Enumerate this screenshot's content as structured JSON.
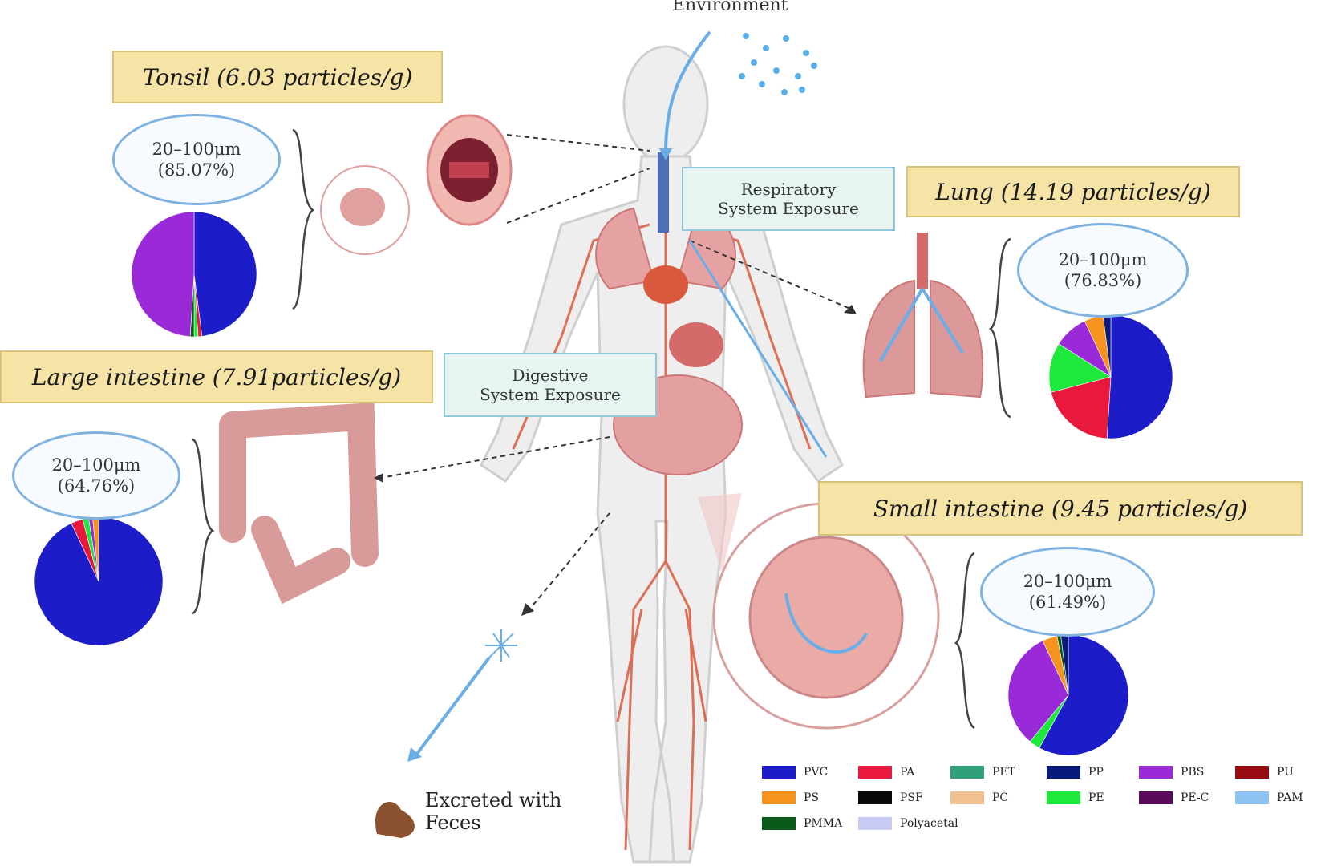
{
  "environment_label": "Environment",
  "organs": [
    {
      "key": "tonsil",
      "title": "Tonsil (6.03 particles/g)",
      "size_range": "20–100μm",
      "size_pct": "(85.07%)"
    },
    {
      "key": "lung",
      "title": "Lung (14.19 particles/g)",
      "size_range": "20–100μm",
      "size_pct": "(76.83%)"
    },
    {
      "key": "large",
      "title": "Large intestine (7.91particles/g)",
      "size_range": "20–100μm",
      "size_pct": "(64.76%)"
    },
    {
      "key": "small",
      "title": "Small intestine (9.45 particles/g)",
      "size_range": "20–100μm",
      "size_pct": "(61.49%)"
    }
  ],
  "respiratory_box": {
    "line1": "Respiratory",
    "line2": "System Exposure"
  },
  "digestive_box": {
    "line1": "Digestive",
    "line2": "System Exposure"
  },
  "excretion": {
    "line1": "Excreted with",
    "line2": "Feces"
  },
  "legend": [
    {
      "label": "PVC",
      "color": "#1c1cc8"
    },
    {
      "label": "PA",
      "color": "#e8193c"
    },
    {
      "label": "PET",
      "color": "#2fa07a"
    },
    {
      "label": "PP",
      "color": "#0a1a7a"
    },
    {
      "label": "PBS",
      "color": "#9a2ad8"
    },
    {
      "label": "PU",
      "color": "#9a0a12"
    },
    {
      "label": "PS",
      "color": "#f5931e"
    },
    {
      "label": "PSF",
      "color": "#0a0a0a"
    },
    {
      "label": "PC",
      "color": "#f0c090"
    },
    {
      "label": "PE",
      "color": "#1ee83c"
    },
    {
      "label": "PE-C",
      "color": "#5a0a5a"
    },
    {
      "label": "PAM",
      "color": "#8ec4f4"
    },
    {
      "label": "PMMA",
      "color": "#0a5a1a"
    },
    {
      "label": "Polyacetal",
      "color": "#c8ccf4"
    }
  ],
  "chart_data": [
    {
      "type": "pie",
      "name": "Tonsil",
      "values": [
        {
          "label": "PVC",
          "value": 48
        },
        {
          "label": "PA",
          "value": 1
        },
        {
          "label": "PE",
          "value": 1
        },
        {
          "label": "PMMA",
          "value": 1
        },
        {
          "label": "PBS",
          "value": 49
        }
      ]
    },
    {
      "type": "pie",
      "name": "Lung",
      "values": [
        {
          "label": "PVC",
          "value": 51
        },
        {
          "label": "PA",
          "value": 20
        },
        {
          "label": "PE",
          "value": 13
        },
        {
          "label": "PBS",
          "value": 9
        },
        {
          "label": "PS",
          "value": 5
        },
        {
          "label": "PP",
          "value": 2
        }
      ]
    },
    {
      "type": "pie",
      "name": "Large intestine",
      "values": [
        {
          "label": "PVC",
          "value": 93
        },
        {
          "label": "PA",
          "value": 3
        },
        {
          "label": "PE",
          "value": 1.5
        },
        {
          "label": "PBS",
          "value": 1
        },
        {
          "label": "PS",
          "value": 1.5
        }
      ]
    },
    {
      "type": "pie",
      "name": "Small intestine",
      "values": [
        {
          "label": "PVC",
          "value": 58
        },
        {
          "label": "PE",
          "value": 3
        },
        {
          "label": "PBS",
          "value": 32
        },
        {
          "label": "PS",
          "value": 4
        },
        {
          "label": "PMMA",
          "value": 1
        },
        {
          "label": "PP",
          "value": 2
        }
      ]
    }
  ],
  "colors": {
    "title_fill": "#f6e4a6",
    "bubble_border": "#7fb2e0",
    "exposure_fill": "#e6f4f2",
    "arrow_blue": "#6aaee8"
  }
}
